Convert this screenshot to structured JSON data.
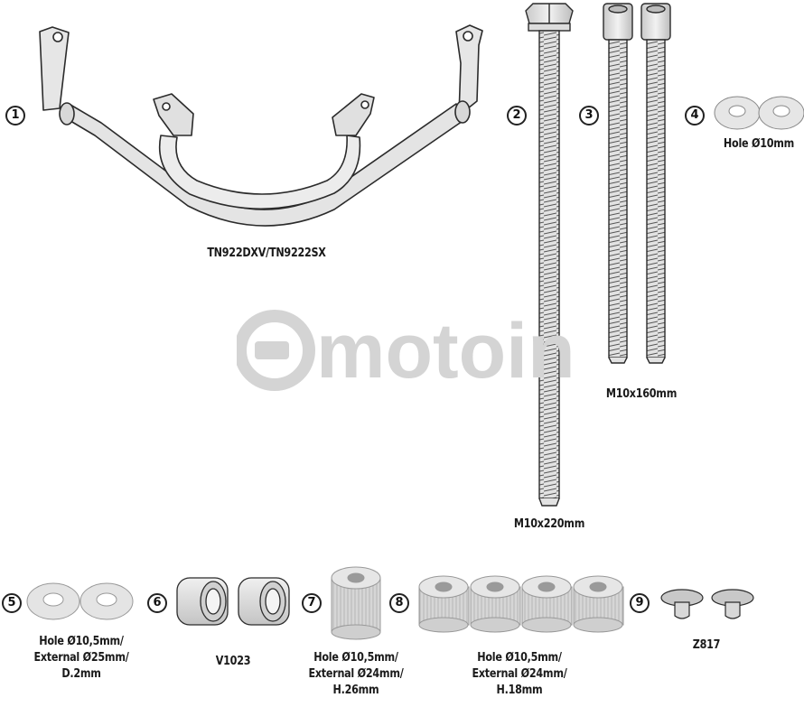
{
  "items": [
    {
      "number": "1",
      "label": "TN922DXV/TN9222SX"
    },
    {
      "number": "2",
      "label": "M10x220mm"
    },
    {
      "number": "3",
      "label": "M10x160mm"
    },
    {
      "number": "4",
      "label": "Hole Ø10mm"
    },
    {
      "number": "5",
      "label_lines": [
        "Hole Ø10,5mm/",
        "External Ø25mm/",
        "D.2mm"
      ]
    },
    {
      "number": "6",
      "label": "V1023"
    },
    {
      "number": "7",
      "label_lines": [
        "Hole Ø10,5mm/",
        "External Ø24mm/",
        "H.26mm"
      ]
    },
    {
      "number": "8",
      "label_lines": [
        "Hole Ø10,5mm/",
        "External Ø24mm/",
        "H.18mm"
      ]
    },
    {
      "number": "9",
      "label": "Z817"
    }
  ],
  "watermark": {
    "text": "motoin"
  },
  "colors": {
    "line": "#2b2b2b",
    "part_fill": "#e4e4e4",
    "part_shade": "#cfcfcf",
    "watermark": "#d4d4d4"
  }
}
